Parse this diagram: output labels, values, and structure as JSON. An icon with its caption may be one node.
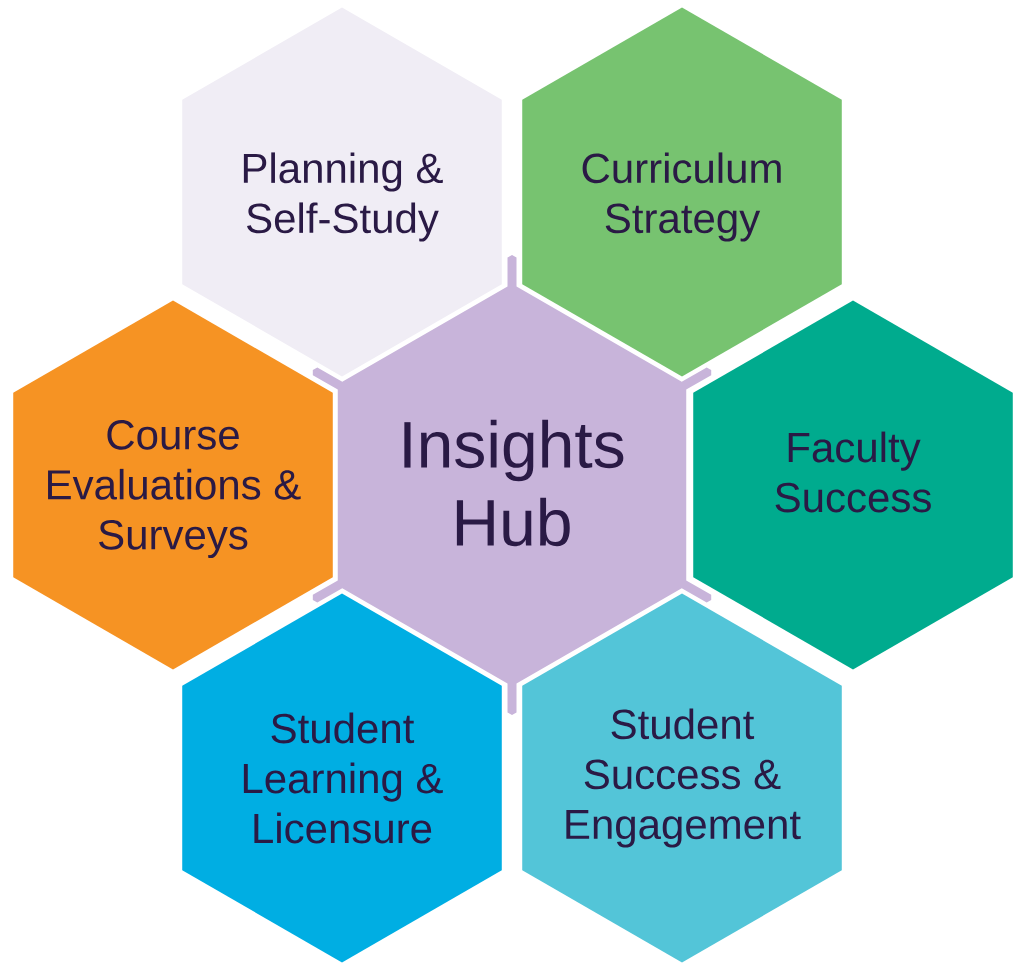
{
  "diagram": {
    "nodes": [
      {
        "text": [
          "Planning & Self-Study"
        ]
      },
      {
        "text": [
          "Curriculum Strategy"
        ]
      },
      {
        "text": [
          "Course Evaluations & Surveys"
        ]
      },
      {
        "text": [
          "Insights Hub"
        ]
      },
      {
        "text": [
          "Faculty Success"
        ]
      },
      {
        "text": [
          "Student Learning & Licensure"
        ]
      },
      {
        "text": [
          "Student Success & Engagement"
        ]
      }
    ]
  }
}
